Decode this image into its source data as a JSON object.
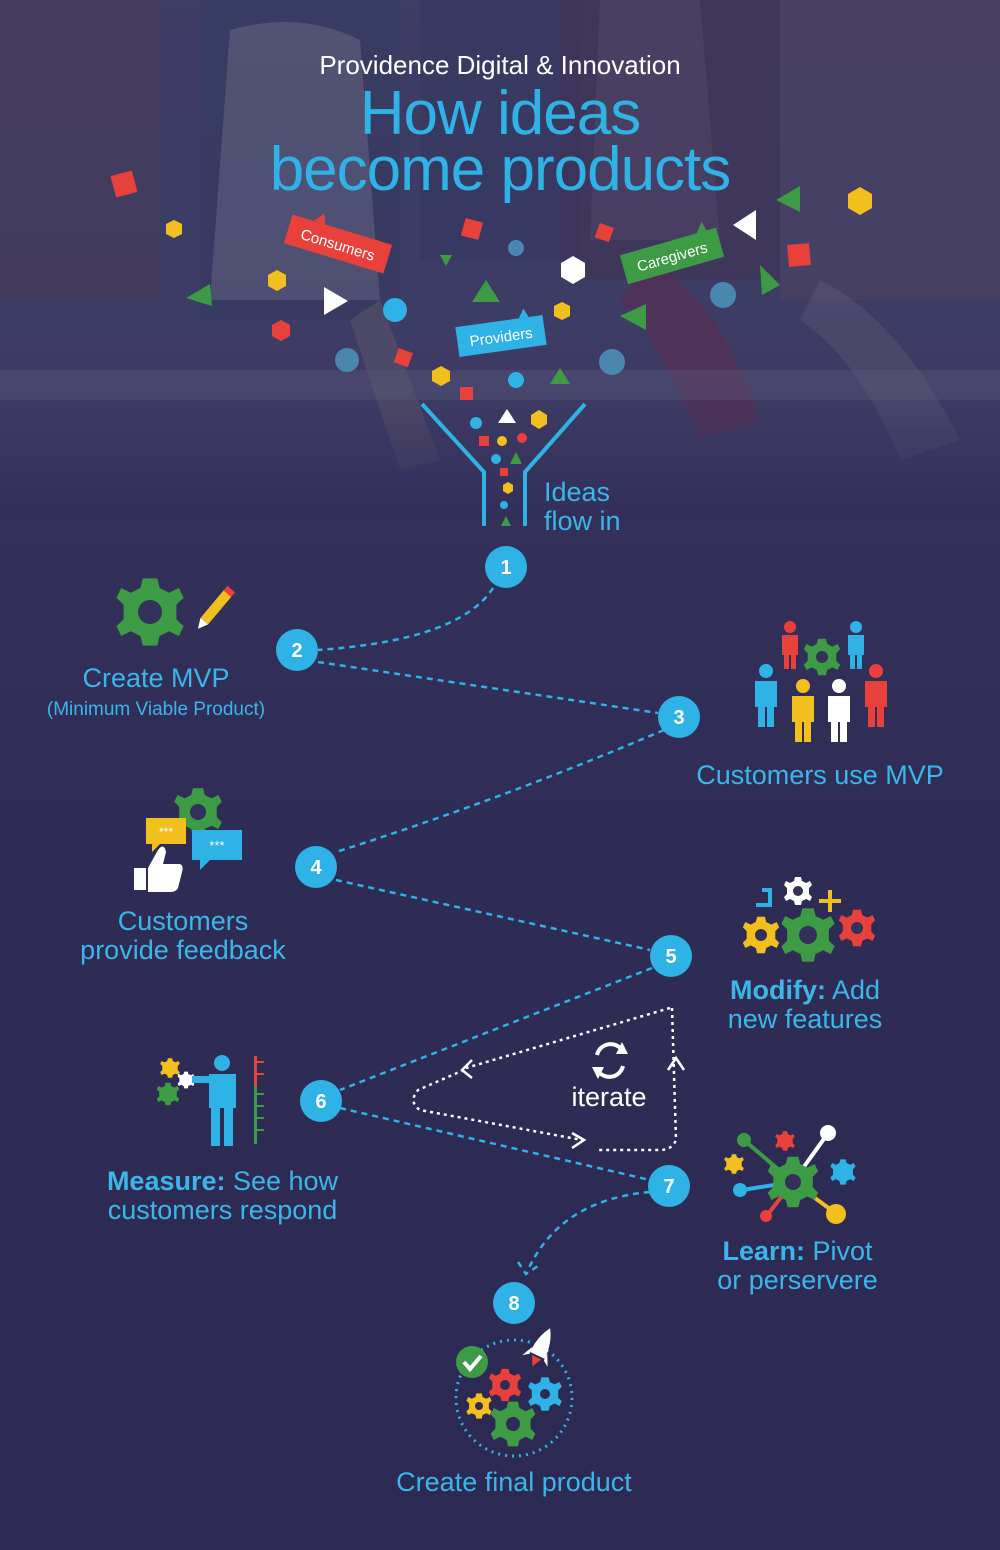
{
  "header": {
    "org": "Providence Digital & Innovation",
    "title_line1": "How ideas",
    "title_line2": "become products"
  },
  "tags": {
    "consumers": "Consumers",
    "providers": "Providers",
    "caregivers": "Caregivers"
  },
  "funnel": {
    "label_line1": "Ideas",
    "label_line2": "flow in"
  },
  "steps": [
    {
      "number": "1"
    },
    {
      "number": "2",
      "label": "Create MVP",
      "sublabel": "(Minimum Viable Product)"
    },
    {
      "number": "3",
      "label": "Customers use MVP"
    },
    {
      "number": "4",
      "label_line1": "Customers",
      "label_line2": "provide feedback"
    },
    {
      "number": "5",
      "label_bold": "Modify:",
      "label_rest": " Add",
      "label_line2": "new features"
    },
    {
      "number": "6",
      "label_bold": "Measure:",
      "label_rest": " See how",
      "label_line2": "customers respond"
    },
    {
      "number": "7",
      "label_bold": "Learn:",
      "label_rest": " Pivot",
      "label_line2": "or perservere"
    },
    {
      "number": "8",
      "label": "Create final product"
    }
  ],
  "iterate": {
    "label": "iterate"
  },
  "colors": {
    "accent": "#2fb2e6",
    "green": "#3d9b45",
    "red": "#e8413b",
    "yellow": "#f2c01e",
    "background": "#2d2b55"
  }
}
